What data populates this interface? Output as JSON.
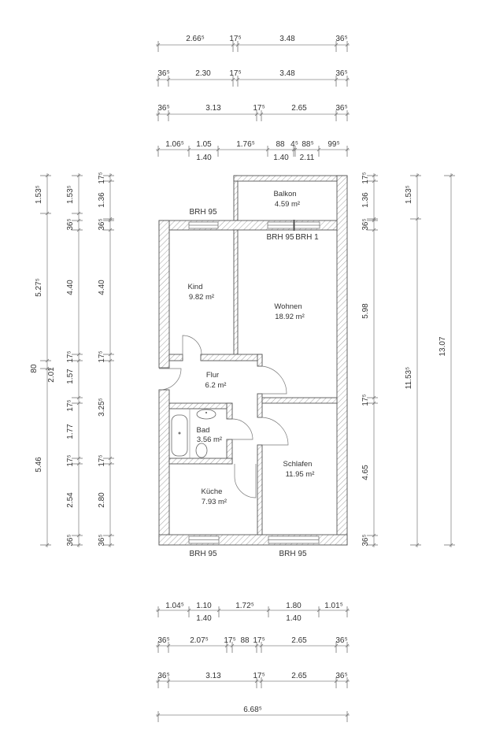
{
  "rooms": {
    "balkon": {
      "name": "Balkon",
      "area": "4.59 m²"
    },
    "kind": {
      "name": "Kind",
      "area": "9.82 m²"
    },
    "wohnen": {
      "name": "Wohnen",
      "area": "18.92 m²"
    },
    "flur": {
      "name": "Flur",
      "area": "6.2 m²"
    },
    "bad": {
      "name": "Bad",
      "area": "3.56 m²"
    },
    "kueche": {
      "name": "Küche",
      "area": "7.93 m²"
    },
    "schlafen": {
      "name": "Schlafen",
      "area": "11.95 m²"
    }
  },
  "windows": {
    "kind_top": "BRH 95",
    "wohnen_top_left": "BRH 95",
    "wohnen_top_right": "BRH 1",
    "kueche_bottom": "BRH 95",
    "schlafen_bottom": "BRH 95"
  },
  "dimensions": {
    "top_rows": [
      [
        "2.66⁵",
        "17⁵",
        "3.48",
        "36⁵"
      ],
      [
        "36⁵",
        "2.30",
        "17⁵",
        "3.48",
        "36⁵"
      ],
      [
        "36⁵",
        "3.13",
        "17⁵",
        "2.65",
        "36⁵"
      ],
      [
        "1.06⁵",
        "1.05",
        "1.76⁵",
        "88",
        "4⁵",
        "88⁵",
        "99⁵",
        "1.40",
        "1.40",
        "2.11"
      ]
    ],
    "bottom_rows": [
      [
        "1.04⁵",
        "1.10",
        "1.72⁵",
        "1.80",
        "1.01⁵",
        "1.40",
        "1.40"
      ],
      [
        "36⁵",
        "2.07⁵",
        "17⁵",
        "88",
        "17⁵",
        "2.65",
        "36⁵"
      ],
      [
        "36⁵",
        "3.13",
        "17⁵",
        "2.65",
        "36⁵"
      ],
      [
        "6.68⁵"
      ]
    ],
    "left_columns": [
      [
        "1.53⁵",
        "5.27⁵",
        "80",
        "2.01",
        "5.46"
      ],
      [
        "1.53⁵",
        "36⁵",
        "4.40",
        "17⁵",
        "1.57",
        "17⁵",
        "1.77",
        "17⁵",
        "2.54",
        "36⁵"
      ],
      [
        "17⁵",
        "1.36",
        "36⁵",
        "4.40",
        "17⁵",
        "3.25⁵",
        "17⁵",
        "2.80",
        "36⁵"
      ]
    ],
    "right_columns": [
      [
        "17⁵",
        "1.36",
        "36⁵",
        "5.98",
        "17⁵",
        "4.65",
        "36⁵"
      ],
      [
        "1.53⁵",
        "11.53⁵"
      ],
      [
        "13.07"
      ]
    ]
  }
}
